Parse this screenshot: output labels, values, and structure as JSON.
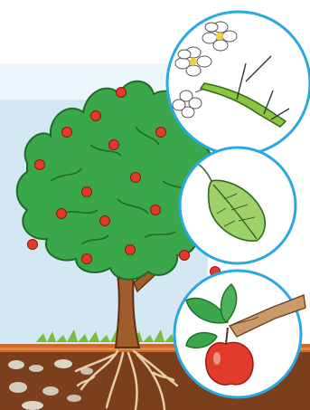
{
  "illustration": {
    "subject": "apple-tree-plant-parts",
    "callouts": [
      {
        "part": "flowers",
        "icon": "flower-branch-icon"
      },
      {
        "part": "leaf",
        "icon": "leaf-icon"
      },
      {
        "part": "fruit",
        "icon": "apple-fruit-icon"
      }
    ]
  },
  "colors": {
    "sky": "#cfe5f2",
    "foliage": "#3aa74a",
    "foliage_dark": "#2b8a3a",
    "trunk": "#9a5a2b",
    "apple": "#e23b2a",
    "soil_top": "#c76a2c",
    "soil": "#7a3e1c",
    "circle_border": "#29a9e0",
    "leaf": "#9fd06a",
    "ground_grass": "#8cc63f"
  }
}
